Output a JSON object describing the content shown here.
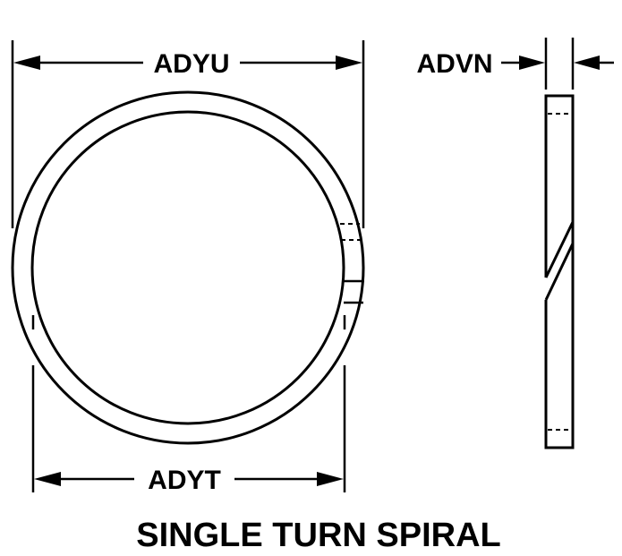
{
  "diagram": {
    "labels": {
      "outer_diameter": "ADYU",
      "inner_diameter": "ADYT",
      "thickness": "ADVN"
    },
    "caption": "SINGLE TURN SPIRAL"
  },
  "colors": {
    "ink": "#000000",
    "background": "#ffffff"
  }
}
